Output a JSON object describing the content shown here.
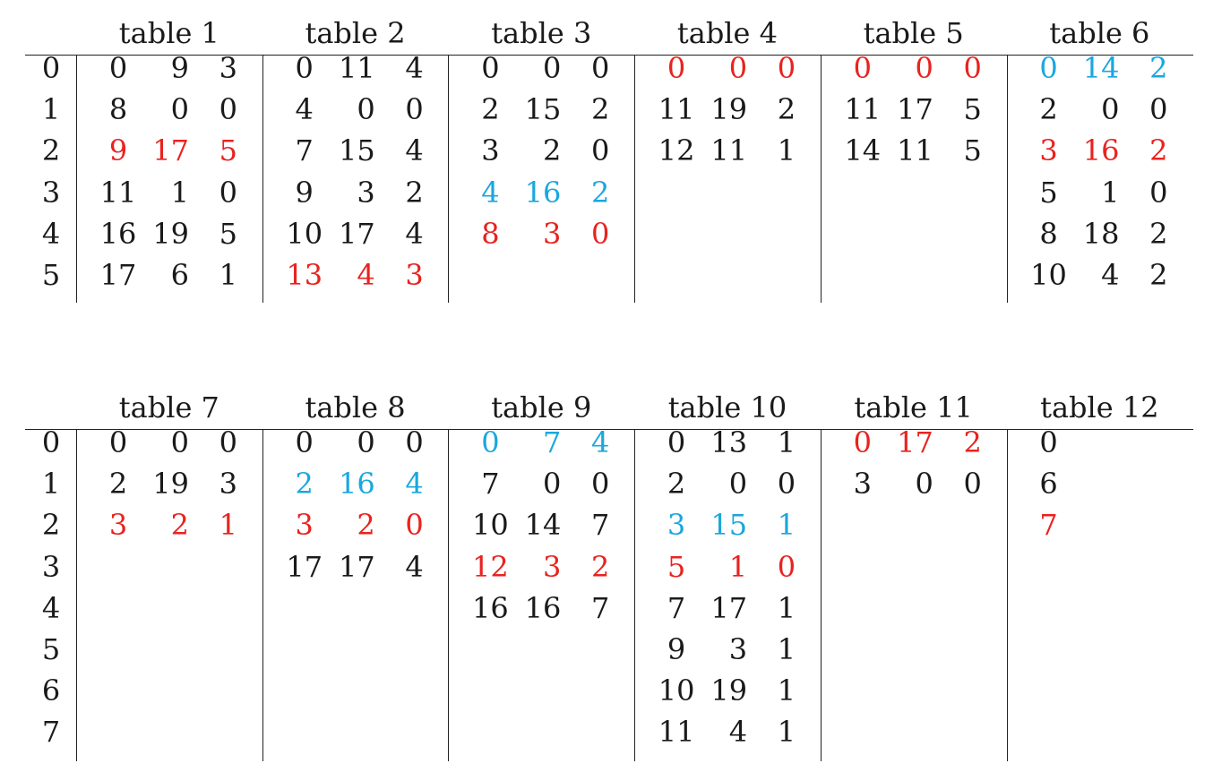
{
  "colors": {
    "red": "#e8231f",
    "blue": "#1aa7de",
    "text": "#1a1a1a"
  },
  "groups": [
    {
      "index_labels": [
        "0",
        "1",
        "2",
        "3",
        "4",
        "5"
      ],
      "tables": [
        {
          "name": "table 1",
          "rows": [
            {
              "cells": [
                "0",
                "9",
                "3"
              ],
              "color": ""
            },
            {
              "cells": [
                "8",
                "0",
                "0"
              ],
              "color": ""
            },
            {
              "cells": [
                "9",
                "17",
                "5"
              ],
              "color": "red"
            },
            {
              "cells": [
                "11",
                "1",
                "0"
              ],
              "color": ""
            },
            {
              "cells": [
                "16",
                "19",
                "5"
              ],
              "color": ""
            },
            {
              "cells": [
                "17",
                "6",
                "1"
              ],
              "color": ""
            }
          ]
        },
        {
          "name": "table 2",
          "rows": [
            {
              "cells": [
                "0",
                "11",
                "4"
              ],
              "color": ""
            },
            {
              "cells": [
                "4",
                "0",
                "0"
              ],
              "color": ""
            },
            {
              "cells": [
                "7",
                "15",
                "4"
              ],
              "color": ""
            },
            {
              "cells": [
                "9",
                "3",
                "2"
              ],
              "color": ""
            },
            {
              "cells": [
                "10",
                "17",
                "4"
              ],
              "color": ""
            },
            {
              "cells": [
                "13",
                "4",
                "3"
              ],
              "color": "red"
            }
          ]
        },
        {
          "name": "table 3",
          "rows": [
            {
              "cells": [
                "0",
                "0",
                "0"
              ],
              "color": ""
            },
            {
              "cells": [
                "2",
                "15",
                "2"
              ],
              "color": ""
            },
            {
              "cells": [
                "3",
                "2",
                "0"
              ],
              "color": ""
            },
            {
              "cells": [
                "4",
                "16",
                "2"
              ],
              "color": "blue"
            },
            {
              "cells": [
                "8",
                "3",
                "0"
              ],
              "color": "red"
            }
          ]
        },
        {
          "name": "table 4",
          "rows": [
            {
              "cells": [
                "0",
                "0",
                "0"
              ],
              "color": "red"
            },
            {
              "cells": [
                "11",
                "19",
                "2"
              ],
              "color": ""
            },
            {
              "cells": [
                "12",
                "11",
                "1"
              ],
              "color": ""
            }
          ]
        },
        {
          "name": "table 5",
          "rows": [
            {
              "cells": [
                "0",
                "0",
                "0"
              ],
              "color": "red"
            },
            {
              "cells": [
                "11",
                "17",
                "5"
              ],
              "color": ""
            },
            {
              "cells": [
                "14",
                "11",
                "5"
              ],
              "color": ""
            }
          ]
        },
        {
          "name": "table 6",
          "rows": [
            {
              "cells": [
                "0",
                "14",
                "2"
              ],
              "color": "blue"
            },
            {
              "cells": [
                "2",
                "0",
                "0"
              ],
              "color": ""
            },
            {
              "cells": [
                "3",
                "16",
                "2"
              ],
              "color": "red"
            },
            {
              "cells": [
                "5",
                "1",
                "0"
              ],
              "color": ""
            },
            {
              "cells": [
                "8",
                "18",
                "2"
              ],
              "color": ""
            },
            {
              "cells": [
                "10",
                "4",
                "2"
              ],
              "color": ""
            }
          ]
        }
      ]
    },
    {
      "index_labels": [
        "0",
        "1",
        "2",
        "3",
        "4",
        "5",
        "6",
        "7"
      ],
      "tables": [
        {
          "name": "table 7",
          "rows": [
            {
              "cells": [
                "0",
                "0",
                "0"
              ],
              "color": ""
            },
            {
              "cells": [
                "2",
                "19",
                "3"
              ],
              "color": ""
            },
            {
              "cells": [
                "3",
                "2",
                "1"
              ],
              "color": "red"
            }
          ]
        },
        {
          "name": "table 8",
          "rows": [
            {
              "cells": [
                "0",
                "0",
                "0"
              ],
              "color": ""
            },
            {
              "cells": [
                "2",
                "16",
                "4"
              ],
              "color": "blue"
            },
            {
              "cells": [
                "3",
                "2",
                "0"
              ],
              "color": "red"
            },
            {
              "cells": [
                "17",
                "17",
                "4"
              ],
              "color": ""
            }
          ]
        },
        {
          "name": "table 9",
          "rows": [
            {
              "cells": [
                "0",
                "7",
                "4"
              ],
              "color": "blue"
            },
            {
              "cells": [
                "7",
                "0",
                "0"
              ],
              "color": ""
            },
            {
              "cells": [
                "10",
                "14",
                "7"
              ],
              "color": ""
            },
            {
              "cells": [
                "12",
                "3",
                "2"
              ],
              "color": "red"
            },
            {
              "cells": [
                "16",
                "16",
                "7"
              ],
              "color": ""
            }
          ]
        },
        {
          "name": "table 10",
          "rows": [
            {
              "cells": [
                "0",
                "13",
                "1"
              ],
              "color": ""
            },
            {
              "cells": [
                "2",
                "0",
                "0"
              ],
              "color": ""
            },
            {
              "cells": [
                "3",
                "15",
                "1"
              ],
              "color": "blue"
            },
            {
              "cells": [
                "5",
                "1",
                "0"
              ],
              "color": "red"
            },
            {
              "cells": [
                "7",
                "17",
                "1"
              ],
              "color": ""
            },
            {
              "cells": [
                "9",
                "3",
                "1"
              ],
              "color": ""
            },
            {
              "cells": [
                "10",
                "19",
                "1"
              ],
              "color": ""
            },
            {
              "cells": [
                "11",
                "4",
                "1"
              ],
              "color": ""
            }
          ]
        },
        {
          "name": "table 11",
          "rows": [
            {
              "cells": [
                "0",
                "17",
                "2"
              ],
              "color": "red"
            },
            {
              "cells": [
                "3",
                "0",
                "0"
              ],
              "color": ""
            }
          ]
        },
        {
          "name": "table 12",
          "rows": [
            {
              "cells": [
                "0"
              ],
              "color": ""
            },
            {
              "cells": [
                "6"
              ],
              "color": ""
            },
            {
              "cells": [
                "7"
              ],
              "color": "red"
            }
          ]
        }
      ]
    }
  ]
}
